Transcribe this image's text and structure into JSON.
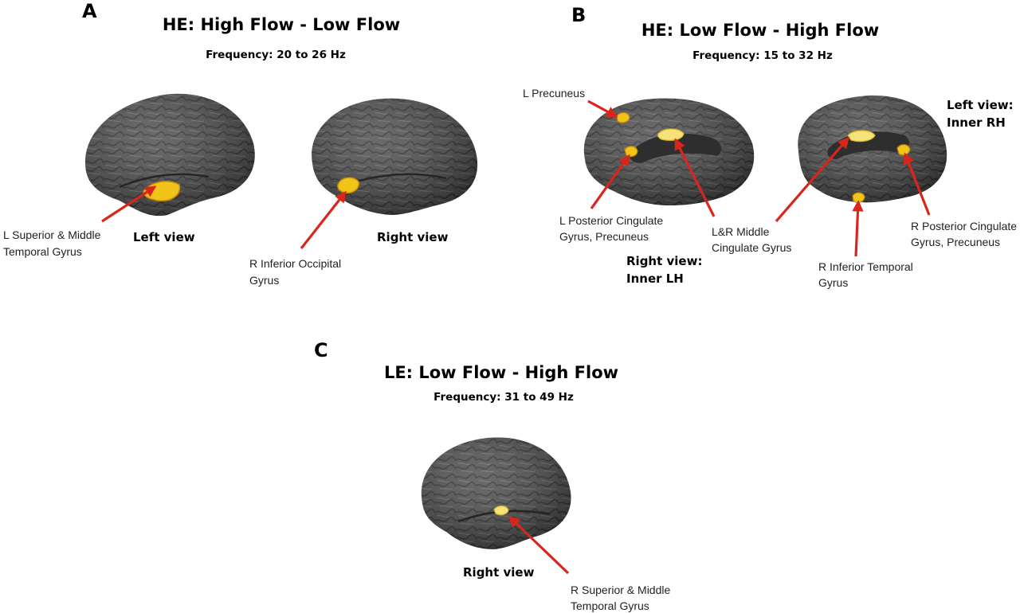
{
  "panels": {
    "a": {
      "letter": "A",
      "title": "HE: High Flow - Low Flow",
      "frequency": "Frequency: 20 to 26 Hz",
      "left_view": "Left view",
      "right_view": "Right view",
      "label_left": [
        "L Superior & Middle",
        "Temporal Gyrus"
      ],
      "label_right": [
        "R Inferior Occipital",
        "Gyrus"
      ]
    },
    "b": {
      "letter": "B",
      "title": "HE: Low Flow - High Flow",
      "frequency": "Frequency: 15 to 32 Hz",
      "left_view": [
        "Left view:",
        "Inner RH"
      ],
      "right_view": [
        "Right view:",
        "Inner LH"
      ],
      "label_precuneus": "L Precuneus",
      "label_l_posterior": [
        "L Posterior Cingulate",
        "Gyrus, Precuneus"
      ],
      "label_middle_cingulate": [
        "L&R Middle",
        "Cingulate Gyrus"
      ],
      "label_inferior_temporal": [
        "R Inferior Temporal",
        "Gyrus"
      ],
      "label_r_posterior": [
        "R Posterior Cingulate",
        "Gyrus, Precuneus"
      ]
    },
    "c": {
      "letter": "C",
      "title": "LE: Low Flow - High Flow",
      "frequency": "Frequency: 31 to 49 Hz",
      "right_view": "Right view",
      "label": [
        "R Superior & Middle",
        "Temporal Gyrus"
      ]
    }
  },
  "colors": {
    "arrow": "#d9261c",
    "brain": "#4a4a4a",
    "activation": "#f0c419"
  }
}
